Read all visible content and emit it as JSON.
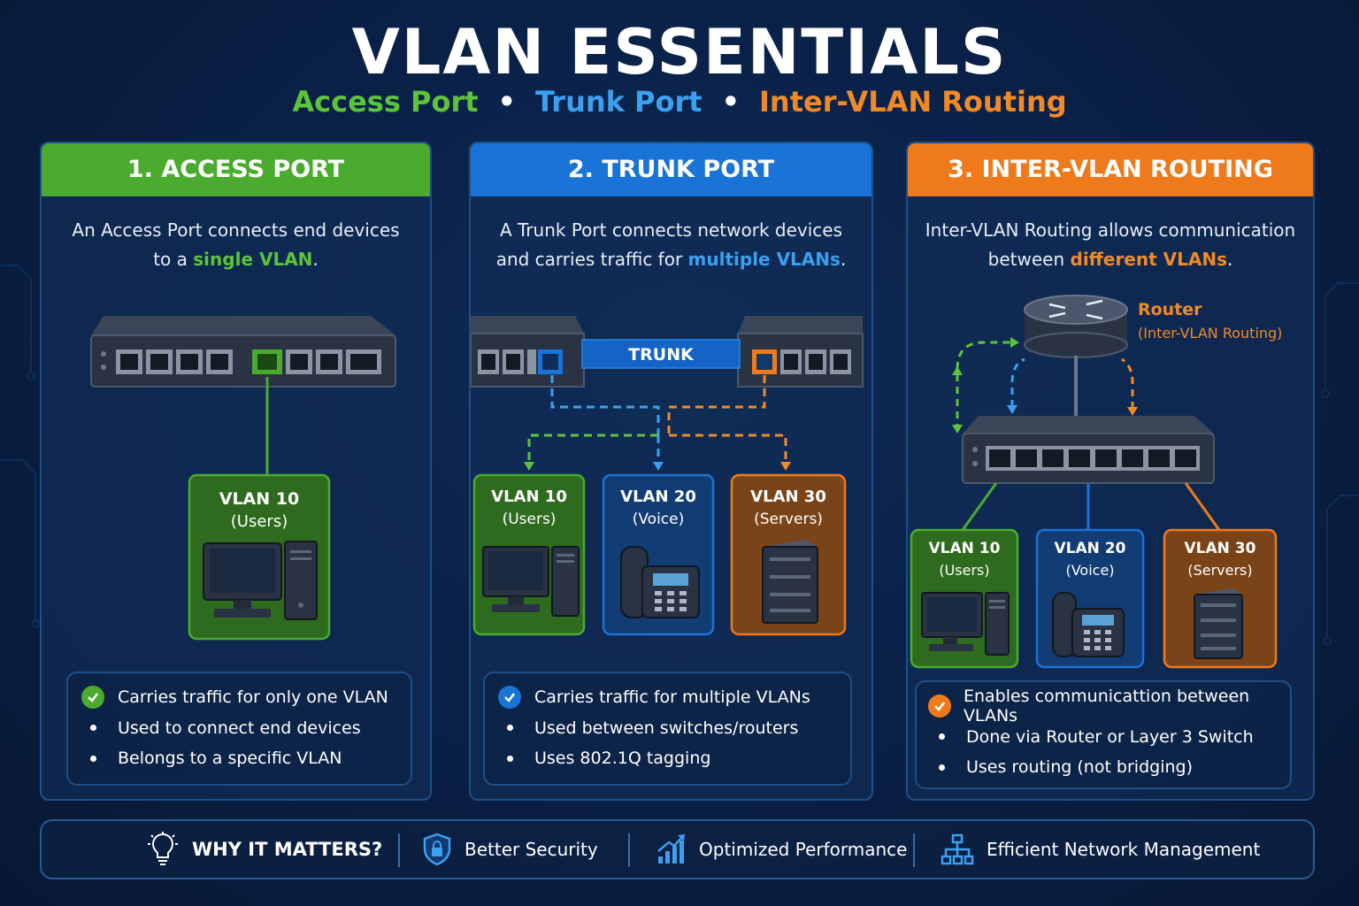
{
  "title": "VLAN ESSENTIALS",
  "subtitle": {
    "part1": "Access Port",
    "part2": "Trunk Port",
    "part3": "Inter-VLAN Routing",
    "separator": "•"
  },
  "colors": {
    "green": "#4aab2f",
    "blue": "#1a73d6",
    "orange": "#ee7a1c",
    "green_text": "#5cc43a",
    "blue_text": "#3aa0f0",
    "orange_text": "#f08a28"
  },
  "panels": {
    "access": {
      "header": "1. ACCESS PORT",
      "desc_line1": "An Access Port connects end devices",
      "desc_line2_pre": "to a ",
      "desc_line2_hl": "single VLAN",
      "desc_line2_post": ".",
      "vlan_name": "VLAN 10",
      "vlan_role": "(Users)",
      "bullets": [
        "Carries traffic for only one VLAN",
        "Used to connect end devices",
        "Belongs to a specific VLAN"
      ]
    },
    "trunk": {
      "header": "2. TRUNK PORT",
      "desc_line1": "A Trunk Port connects network devices",
      "desc_line2_pre": "and carries traffic for ",
      "desc_line2_hl": "multiple VLANs",
      "desc_line2_post": ".",
      "trunk_label": "TRUNK",
      "vlans": [
        {
          "name": "VLAN 10",
          "role": "(Users)"
        },
        {
          "name": "VLAN 20",
          "role": "(Voice)"
        },
        {
          "name": "VLAN 30",
          "role": "(Servers)"
        }
      ],
      "bullets": [
        "Carries traffic for multiple VLANs",
        "Used between switches/routers",
        "Uses 802.1Q tagging"
      ]
    },
    "routing": {
      "header": "3. INTER-VLAN ROUTING",
      "desc_line1": "Inter-VLAN Routing allows communication",
      "desc_line2_pre": "between ",
      "desc_line2_hl": "different VLANs",
      "desc_line2_post": ".",
      "router_label": "Router",
      "router_sub": "(Inter-VLAN Routing)",
      "vlans": [
        {
          "name": "VLAN 10",
          "role": "(Users)"
        },
        {
          "name": "VLAN 20",
          "role": "(Voice)"
        },
        {
          "name": "VLAN 30",
          "role": "(Servers)"
        }
      ],
      "bullets": [
        "Enables communicattion between VLANs",
        "Done via Router or Layer 3 Switch",
        "Uses routing (not bridging)"
      ]
    }
  },
  "footer": {
    "why": "WHY IT MATTERS?",
    "item1": "Better Security",
    "item2": "Optimized Performance",
    "item3": "Efficient Network Management"
  }
}
